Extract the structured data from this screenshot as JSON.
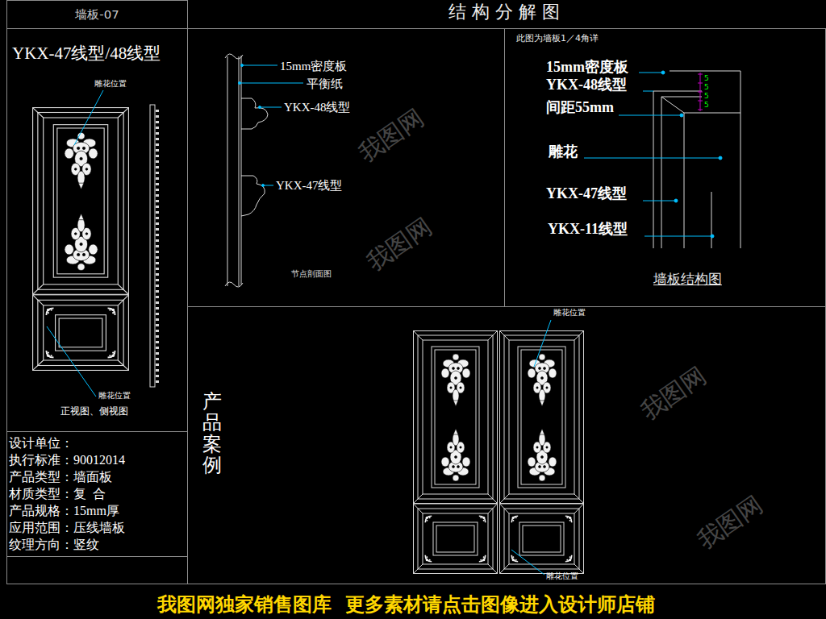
{
  "diagram": {
    "title": "结 构 分 解 图",
    "nodes": [
      {
        "text": [
          "墙板-07"
        ]
      },
      {
        "text": [
          "YKX-47线型/48线型"
        ]
      },
      {
        "text": [
          "设计单位：",
          "执行标准：90012014",
          "产品类型：墙面板",
          "材质类型：复  合",
          "产品规格：15mm厚",
          "应用范围：压线墙板",
          "纹理方向：竖纹"
        ]
      },
      {
        "text": [
          "节点剖面图"
        ]
      },
      {
        "text": [
          "此图为墙板1／4角详",
          "墙板结构图"
        ]
      },
      {
        "text": [
          "产品案例"
        ]
      }
    ],
    "labels": [
      "雕花位置",
      "雕花位置",
      "正视图、侧视图",
      "15mm密度板",
      "平衡纸",
      "YKX-48线型",
      "YKX-47线型",
      "15mm密度板",
      "YKX-48线型",
      "间距55mm",
      "雕花",
      "YKX-47线型",
      "YKX-11线型",
      "5",
      "5",
      "5",
      "5",
      "雕花位置",
      "雕花位置",
      "我图网独家销售图库  更多素材请点击图像进入设计师店铺",
      "我图网",
      "我图网",
      "我图网",
      "我图网"
    ]
  }
}
